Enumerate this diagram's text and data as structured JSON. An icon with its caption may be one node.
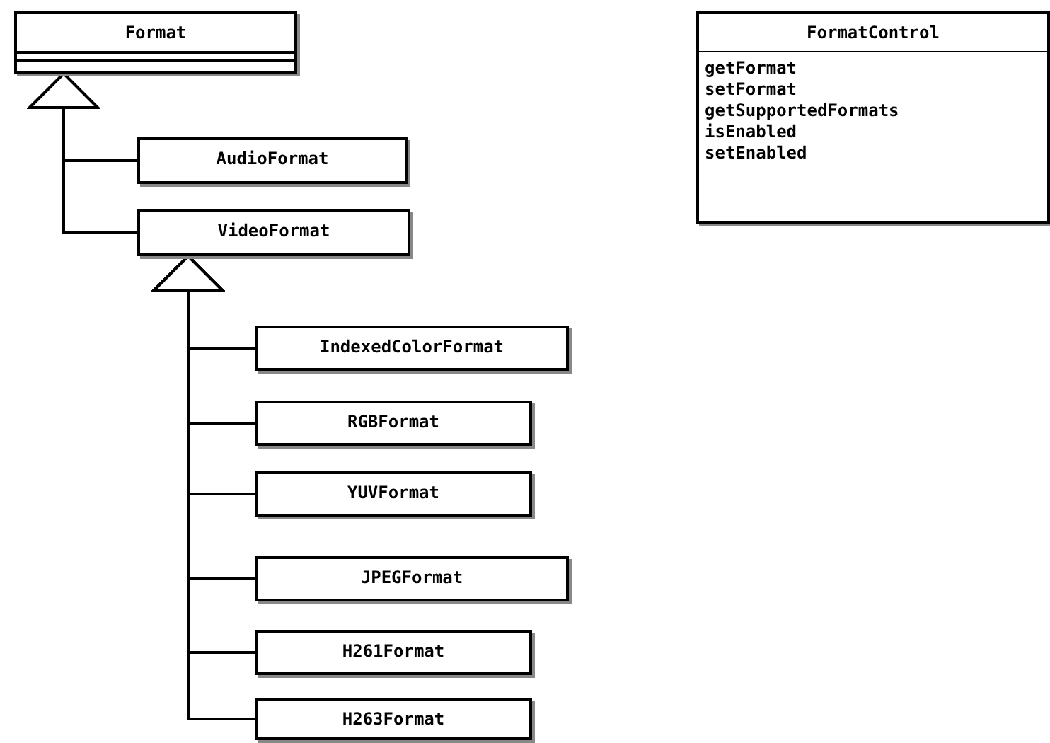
{
  "diagram": {
    "nodes": [
      {
        "text": [
          "Format"
        ]
      },
      {
        "text": [
          "AudioFormat"
        ]
      },
      {
        "text": [
          "VideoFormat"
        ]
      },
      {
        "text": [
          "IndexedColorFormat"
        ]
      },
      {
        "text": [
          "RGBFormat"
        ]
      },
      {
        "text": [
          "YUVFormat"
        ]
      },
      {
        "text": [
          "JPEGFormat"
        ]
      },
      {
        "text": [
          "H261Format"
        ]
      },
      {
        "text": [
          "H263Format"
        ]
      },
      {
        "text": [
          "FormatControl",
          "getFormat",
          "setFormat",
          "getSupportedFormats",
          "isEnabled",
          "setEnabled"
        ]
      }
    ],
    "edges": [
      {
        "from": 1,
        "to": 0,
        "arrow": "to"
      },
      {
        "from": 2,
        "to": 0,
        "arrow": "to"
      },
      {
        "from": 3,
        "to": 2,
        "arrow": "to"
      },
      {
        "from": 4,
        "to": 2,
        "arrow": "to"
      },
      {
        "from": 5,
        "to": 2,
        "arrow": "to"
      },
      {
        "from": 6,
        "to": 2,
        "arrow": "to"
      },
      {
        "from": 7,
        "to": 2,
        "arrow": "to"
      },
      {
        "from": 8,
        "to": 2,
        "arrow": "to"
      }
    ]
  }
}
